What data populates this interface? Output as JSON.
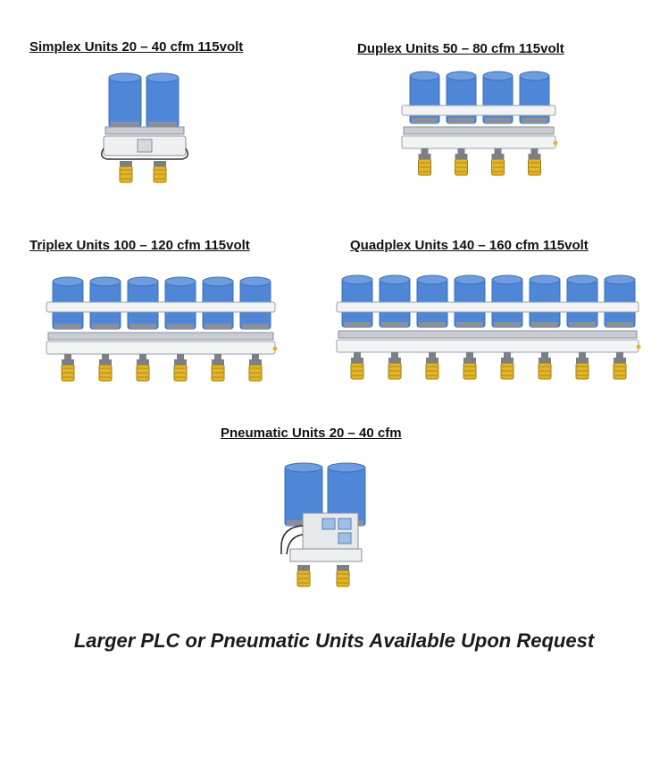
{
  "sections": {
    "simplex": {
      "title": "Simplex Units   20 – 40 cfm  115volt",
      "canisters": 2
    },
    "duplex": {
      "title": "Duplex Units   50 – 80 cfm  115volt",
      "canisters": 4
    },
    "triplex": {
      "title": "Triplex Units   100 – 120 cfm  115volt",
      "canisters": 6
    },
    "quadplex": {
      "title": "Quadplex Units   140 – 160 cfm  115volt",
      "canisters": 8
    },
    "pneumatic": {
      "title": "Pneumatic Units   20 – 40 cfm",
      "canisters": 2
    }
  },
  "footer": "Larger PLC or Pneumatic Units Available Upon Request",
  "colors": {
    "canister": "#4f86d6",
    "canister_dark": "#3a6fc0",
    "filter": "#e2b52a",
    "frame": "#c9cdd3"
  }
}
